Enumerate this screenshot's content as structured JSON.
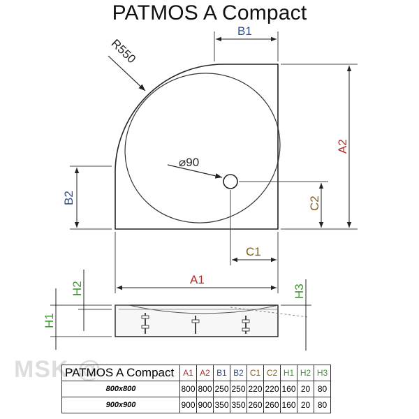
{
  "title": "PATMOS A Compact",
  "watermark": "MSK-@",
  "labels": {
    "b1": "B1",
    "b2": "B2",
    "a1": "A1",
    "a2": "A2",
    "c1": "C1",
    "c2": "C2",
    "h1": "H1",
    "h2": "H2",
    "h3": "H3",
    "radius": "R550",
    "drain": "⌀90"
  },
  "colors": {
    "blue": "#2f4f8f",
    "red": "#b22a2a",
    "brown": "#8a5a1c",
    "green": "#3b9a2b"
  },
  "table": {
    "name": "PATMOS A Compact",
    "headers": [
      "A1",
      "A2",
      "B1",
      "B2",
      "C1",
      "C2",
      "H1",
      "H2",
      "H3"
    ],
    "rows": [
      {
        "size": "800x800",
        "values": [
          "800",
          "800",
          "250",
          "250",
          "220",
          "220",
          "160",
          "20",
          "80"
        ]
      },
      {
        "size": "900x900",
        "values": [
          "900",
          "900",
          "350",
          "350",
          "260",
          "260",
          "160",
          "20",
          "80"
        ]
      }
    ]
  }
}
